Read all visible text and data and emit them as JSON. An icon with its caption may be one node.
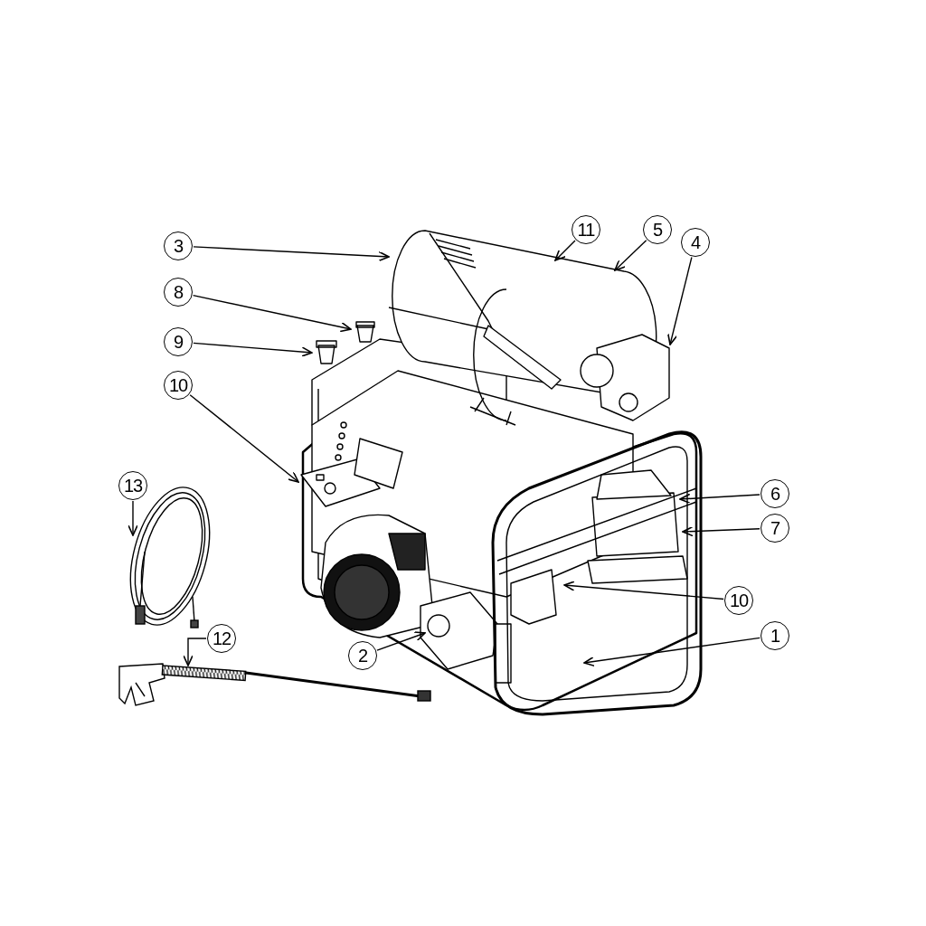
{
  "diagram": {
    "nodes": [
      {
        "text": [
          "3"
        ]
      },
      {
        "text": [
          "11"
        ]
      },
      {
        "text": [
          "5"
        ]
      },
      {
        "text": [
          "4"
        ]
      },
      {
        "text": [
          "8"
        ]
      },
      {
        "text": [
          "9"
        ]
      },
      {
        "text": [
          "10"
        ]
      },
      {
        "text": [
          "13"
        ]
      },
      {
        "text": [
          "6"
        ]
      },
      {
        "text": [
          "7"
        ]
      },
      {
        "text": [
          "10"
        ]
      },
      {
        "text": [
          "12"
        ]
      },
      {
        "text": [
          "2"
        ]
      },
      {
        "text": [
          "1"
        ]
      },
      {
        "text": [],
        "shape": "picture"
      }
    ],
    "edges": [
      {
        "from": 0,
        "to": null,
        "arrow": "to"
      },
      {
        "from": 1,
        "to": null,
        "arrow": "to"
      },
      {
        "from": 2,
        "to": null,
        "arrow": "to"
      },
      {
        "from": 3,
        "to": null,
        "arrow": "to"
      },
      {
        "from": 4,
        "to": null,
        "arrow": "to"
      },
      {
        "from": 5,
        "to": null,
        "arrow": "to"
      },
      {
        "from": 6,
        "to": null,
        "arrow": "to"
      },
      {
        "from": 7,
        "to": null,
        "arrow": "to"
      },
      {
        "from": 8,
        "to": null,
        "arrow": "to"
      },
      {
        "from": 9,
        "to": null,
        "arrow": "to"
      },
      {
        "from": 10,
        "to": null,
        "arrow": "to"
      },
      {
        "from": 11,
        "to": 14,
        "arrow": "to"
      },
      {
        "from": 12,
        "to": null,
        "arrow": "to"
      },
      {
        "from": 13,
        "to": null,
        "arrow": "to"
      }
    ]
  }
}
